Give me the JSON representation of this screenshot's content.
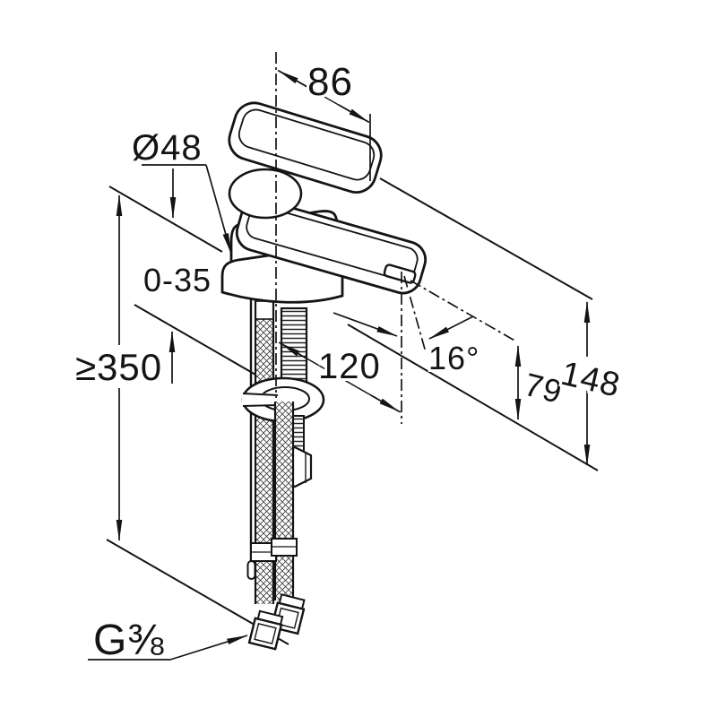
{
  "meta": {
    "drawing_type": "faucet-installation-dimension-drawing",
    "background_color": "#ffffff",
    "line_color": "#141414"
  },
  "dimensions": {
    "top_width": "86",
    "body_diameter": "Ø48",
    "deck_thickness": "0-35",
    "hose_length": "≥350",
    "spout_reach": "120",
    "spout_angle": "16°",
    "outlet_height": "79",
    "total_height": "148",
    "connection_thread": "G⅜"
  }
}
